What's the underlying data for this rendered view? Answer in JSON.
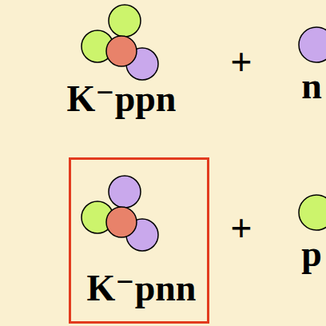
{
  "diagram": {
    "nodes": [
      {
        "text": [
          "K⁻pnn"
        ]
      }
    ],
    "labels": [
      "K⁻ppn",
      "+",
      "n",
      "+",
      "p"
    ]
  }
}
